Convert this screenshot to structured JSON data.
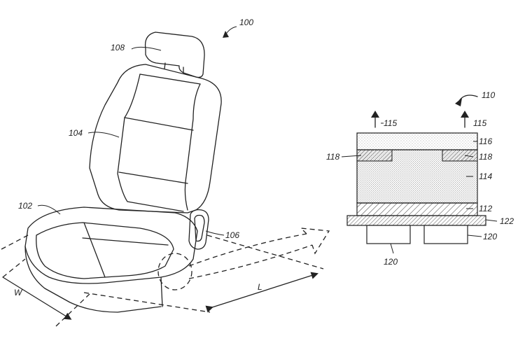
{
  "labels": {
    "seat_assembly": "100",
    "seat_cushion": "102",
    "seat_back": "104",
    "control_unit": "106",
    "headrest": "108",
    "panel_assembly": "110",
    "panel_core": "114",
    "top_layer": "116",
    "insert_layer": "118",
    "bottom_layer": "112",
    "base_plate": "122",
    "module": "120",
    "airflow": "115",
    "length": "L",
    "width": "W"
  },
  "colors": {
    "ink": "#222222",
    "background": "#ffffff"
  }
}
